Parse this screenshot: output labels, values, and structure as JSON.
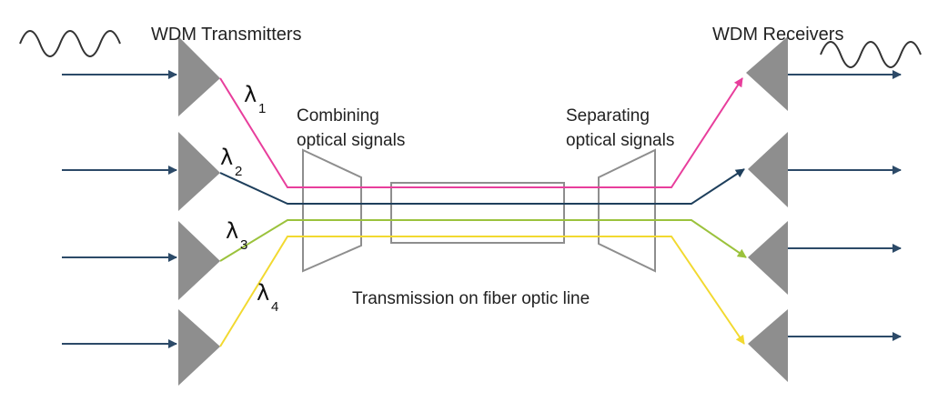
{
  "labels": {
    "transmitters": "WDM Transmitters",
    "receivers": "WDM Receivers",
    "combining_line1": "Combining",
    "combining_line2": "optical signals",
    "separating_line1": "Separating",
    "separating_line2": "optical signals",
    "transmission": "Transmission on fiber optic line"
  },
  "wavelengths": [
    {
      "symbol": "λ",
      "index": "1"
    },
    {
      "symbol": "λ",
      "index": "2"
    },
    {
      "symbol": "λ",
      "index": "3"
    },
    {
      "symbol": "λ",
      "index": "4"
    }
  ],
  "colors": {
    "lambda1": "#e83e9c",
    "lambda2": "#1e3f5c",
    "lambda3": "#9bc23c",
    "lambda4": "#f2d930",
    "triangle": "#8e8e8e",
    "input_arrow": "#2c4a68",
    "box_outline": "#8e8e8e",
    "wave": "#333333"
  }
}
